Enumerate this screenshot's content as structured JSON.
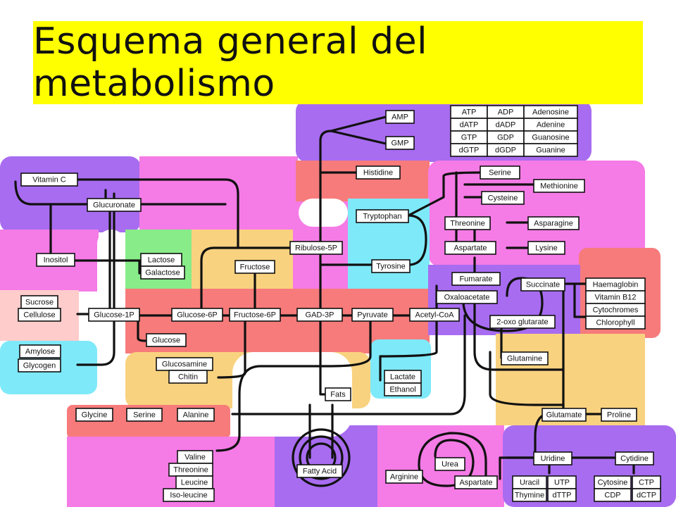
{
  "title": "Esquema general del metabolismo",
  "colors": {
    "title_bg": "#ffff00",
    "purple": "#a86cf0",
    "pink": "#f57be6",
    "red": "#f77b7b",
    "orange": "#f9d27f",
    "cyan": "#7ee9f9",
    "green": "#88ec88",
    "lightpink": "#ffcccc"
  },
  "nodes": {
    "amp": "AMP",
    "gmp": "GMP",
    "atp": "ATP",
    "adp": "ADP",
    "adenosine": "Adenosine",
    "datp": "dATP",
    "dadp": "dADP",
    "adenine": "Adenine",
    "gtp": "GTP",
    "gdp": "GDP",
    "guanosine": "Guanosine",
    "dgtp": "dGTP",
    "dgdp": "dGDP",
    "guanine": "Guanine",
    "vitaminc": "Vitamin C",
    "glucuronate": "Glucuronate",
    "inositol": "Inositol",
    "lactose": "Lactose",
    "galactose": "Galactose",
    "sucrose": "Sucrose",
    "cellulose": "Cellulose",
    "glucose1p": "Glucose-1P",
    "amylose": "Amylose",
    "glycogen": "Glycogen",
    "glucose6p": "Glucose-6P",
    "glucose": "Glucose",
    "fructose6p": "Fructose-6P",
    "fructose": "Fructose",
    "gad3p": "GAD-3P",
    "ribulose5p": "Ribulose-5P",
    "histidine": "Histidine",
    "tryptophan": "Tryptophan",
    "tyrosine": "Tyrosine",
    "pyruvate": "Pyruvate",
    "acetylcoa": "Acetyl-CoA",
    "glucosamine": "Glucosamine",
    "chitin": "Chitin",
    "lactate": "Lactate",
    "ethanol": "Ethanol",
    "fats": "Fats",
    "glycine": "Glycine",
    "serine_l": "Serine",
    "alanine": "Alanine",
    "valine": "Valine",
    "threonine_l": "Threonine",
    "leucine": "Leucine",
    "isoleucine": "Iso-leucine",
    "fattyacid": "Fatty Acid",
    "serine": "Serine",
    "methionine": "Methionine",
    "cysteine": "Cysteine",
    "threonine": "Threonine",
    "asparagine": "Asparagine",
    "aspartate": "Aspartate",
    "lysine": "Lysine",
    "fumarate": "Fumarate",
    "succinate": "Succinate",
    "oxaloacetate": "Oxaloacetate",
    "haemaglobin": "Haemaglobin",
    "vitaminb12": "Vitamin B12",
    "cytochromes": "Cytochromes",
    "chlorophyll": "Chlorophyll",
    "oxoglutarate": "2-oxo glutarate",
    "glutamine": "Glutamine",
    "glutamate": "Glutamate",
    "proline": "Proline",
    "urea": "Urea",
    "arginine": "Arginine",
    "aspartate_b": "Aspartate",
    "uridine": "Uridine",
    "cytidine": "Cytidine",
    "uracil": "Uracil",
    "utp": "UTP",
    "thymine": "Thymine",
    "dttp": "dTTP",
    "cytosine": "Cytosine",
    "ctp": "CTP",
    "cdp": "CDP",
    "dctp": "dCTP"
  }
}
